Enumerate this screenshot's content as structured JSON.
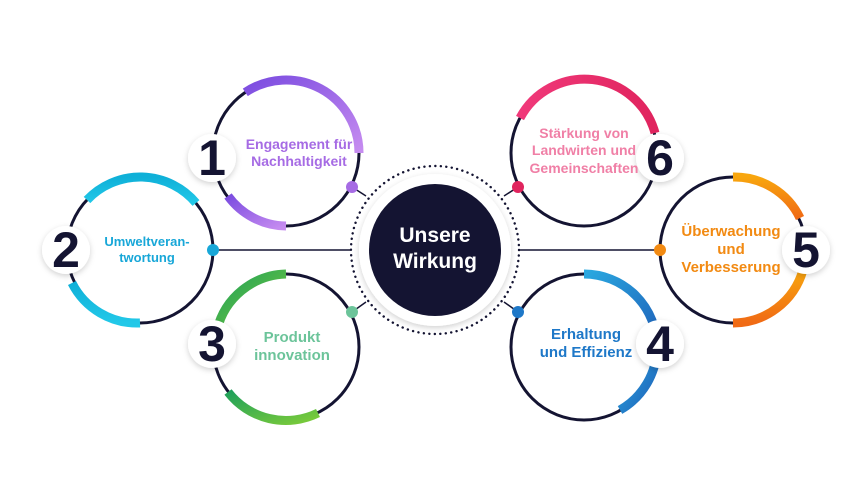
{
  "center": {
    "title": "Unsere Wirkung"
  },
  "nodes": [
    {
      "number": "1",
      "label": "Engagement für Nachhaltigkeit",
      "color": "#A66BE4",
      "gradient": [
        "#7B4CE0",
        "#C68CF0"
      ]
    },
    {
      "number": "2",
      "label": "Umweltveran-twortung",
      "color": "#18A7D8",
      "gradient": [
        "#0FB0D8",
        "#22C8E8"
      ]
    },
    {
      "number": "3",
      "label": "Produkt innovation",
      "color": "#6CC49A",
      "gradient": [
        "#1FA05A",
        "#7BCB3A"
      ]
    },
    {
      "number": "4",
      "label": "Erhaltung und Effizienz",
      "color": "#1E78C8",
      "gradient": [
        "#1E5FB8",
        "#2AA8E0"
      ]
    },
    {
      "number": "5",
      "label": "Überwachung und Verbesserung",
      "color": "#F28A12",
      "gradient": [
        "#F06A14",
        "#F8A60E"
      ]
    },
    {
      "number": "6",
      "label": "Stärkung von Landwirten und Gemeinschaften",
      "color": "#F07FA6",
      "gradient": [
        "#E0245E",
        "#F0397A"
      ]
    }
  ],
  "colors": {
    "dark": "#141432",
    "connector": "#141432",
    "center_fill": "#141432"
  }
}
